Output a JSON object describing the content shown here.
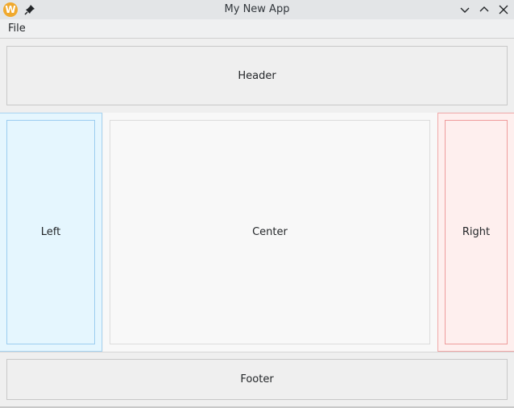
{
  "window": {
    "title": "My New App",
    "app_icon": "W",
    "controls": [
      "minimize",
      "maximize",
      "close"
    ]
  },
  "menubar": {
    "items": [
      {
        "label": "File"
      }
    ]
  },
  "layout": {
    "header": "Header",
    "left": "Left",
    "center": "Center",
    "right": "Right",
    "footer": "Footer"
  },
  "colors": {
    "left_bg": "#e5f6fe",
    "left_border": "#9ccdf0",
    "right_bg": "#feefee",
    "right_border": "#ef9c9c",
    "center_bg": "#f8f8f8",
    "app_icon": "#f0a92e"
  }
}
